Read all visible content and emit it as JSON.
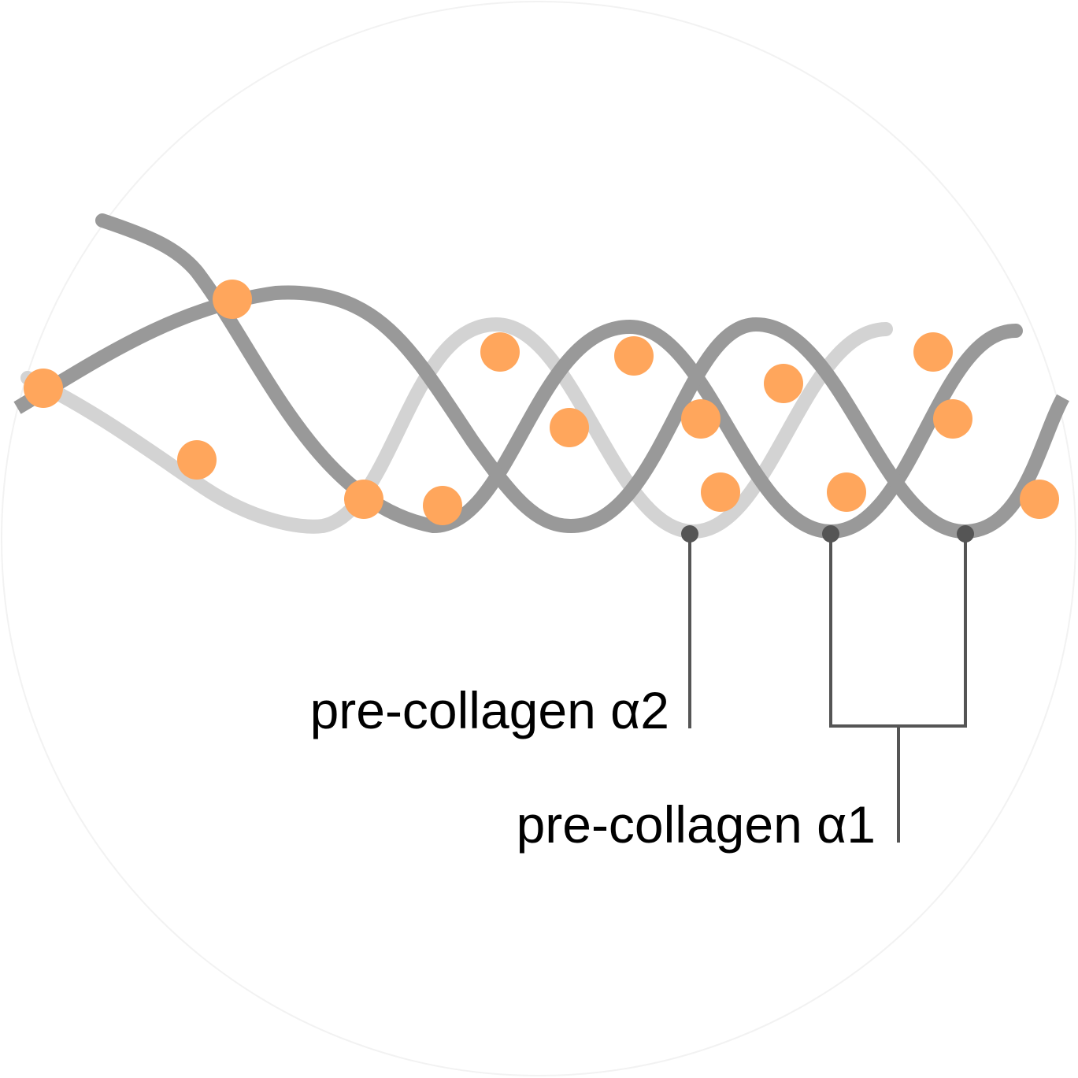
{
  "labels": {
    "alpha2": "pre-collagen α2",
    "alpha1": "pre-collagen α1"
  },
  "colors": {
    "strand_dark": "#999999",
    "strand_light": "#d3d3d3",
    "residue": "#FFA65C",
    "pointer": "#555555",
    "background_circle": "#ffffff"
  },
  "residue_count": 15
}
